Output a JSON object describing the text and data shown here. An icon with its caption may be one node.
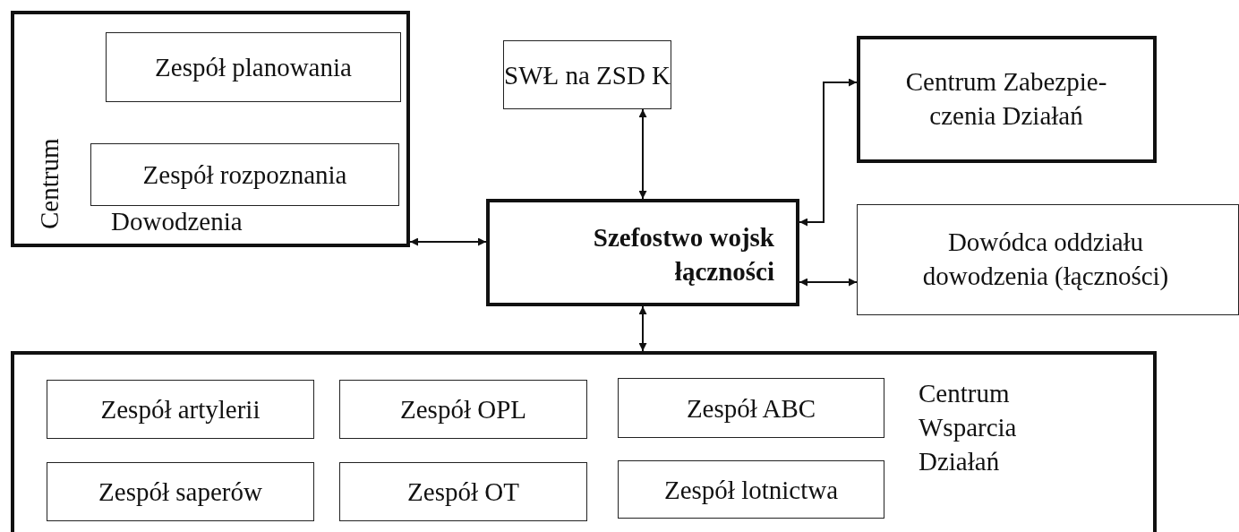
{
  "diagram": {
    "nodes": [
      {
        "text": [
          "Centrum",
          "Dowodzenia"
        ]
      },
      {
        "text": [
          "Zespół planowania"
        ],
        "in": 0
      },
      {
        "text": [
          "Zespół rozpoznania"
        ],
        "in": 0
      },
      {
        "text": [
          "SWŁ na ZSD K"
        ]
      },
      {
        "text": [
          "Centrum Zabezpie- czenia Działań"
        ]
      },
      {
        "text": [
          "Szefostwo wojsk łączności"
        ]
      },
      {
        "text": [
          "Dowódca oddziału dowodzenia (łączności)"
        ]
      },
      {
        "text": [
          "Centrum Wsparcia Działań"
        ]
      },
      {
        "text": [
          "Zespół artylerii"
        ],
        "in": 7
      },
      {
        "text": [
          "Zespół OPL"
        ],
        "in": 7
      },
      {
        "text": [
          "Zespół ABC"
        ],
        "in": 7
      },
      {
        "text": [
          "Zespół saperów"
        ],
        "in": 7
      },
      {
        "text": [
          "Zespół OT"
        ],
        "in": 7
      },
      {
        "text": [
          "Zespół lotnictwa"
        ],
        "in": 7
      }
    ],
    "edges": [
      {
        "from": 0,
        "to": 5,
        "arrow": "both"
      },
      {
        "from": 3,
        "to": 5,
        "arrow": "both"
      },
      {
        "from": 5,
        "to": 4,
        "arrow": "both"
      },
      {
        "from": 5,
        "to": 6,
        "arrow": "both"
      },
      {
        "from": 5,
        "to": 7,
        "arrow": "both"
      }
    ]
  }
}
